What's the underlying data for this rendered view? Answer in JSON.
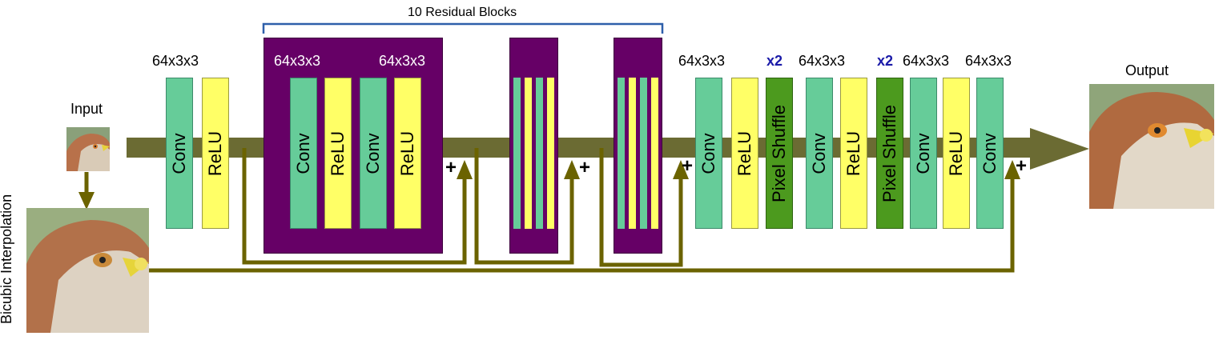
{
  "title": "10 Residual Blocks",
  "input_label": "Input",
  "output_label": "Output",
  "bicubic_label": "Bicubic Interpolation",
  "plus_sign": "+",
  "head": {
    "kernel": "64x3x3",
    "conv": "Conv",
    "relu": "ReLU"
  },
  "resblock": {
    "kernel_1": "64x3x3",
    "kernel_2": "64x3x3",
    "conv": "Conv",
    "relu": "ReLU"
  },
  "tail": {
    "kernels": [
      "64x3x3",
      "64x3x3",
      "64x3x3",
      "64x3x3"
    ],
    "upscale": [
      "x2",
      "x2"
    ],
    "conv": "Conv",
    "relu": "ReLU",
    "shuffle": "Pixel Shuffle"
  },
  "colors": {
    "conv": "#66cc99",
    "relu": "#ffff66",
    "pixel_shuffle": "#4c9a1e",
    "residual_block": "#660066",
    "flow": "#6b6b33",
    "skip": "#6b6300",
    "brace": "#2e5faa"
  }
}
